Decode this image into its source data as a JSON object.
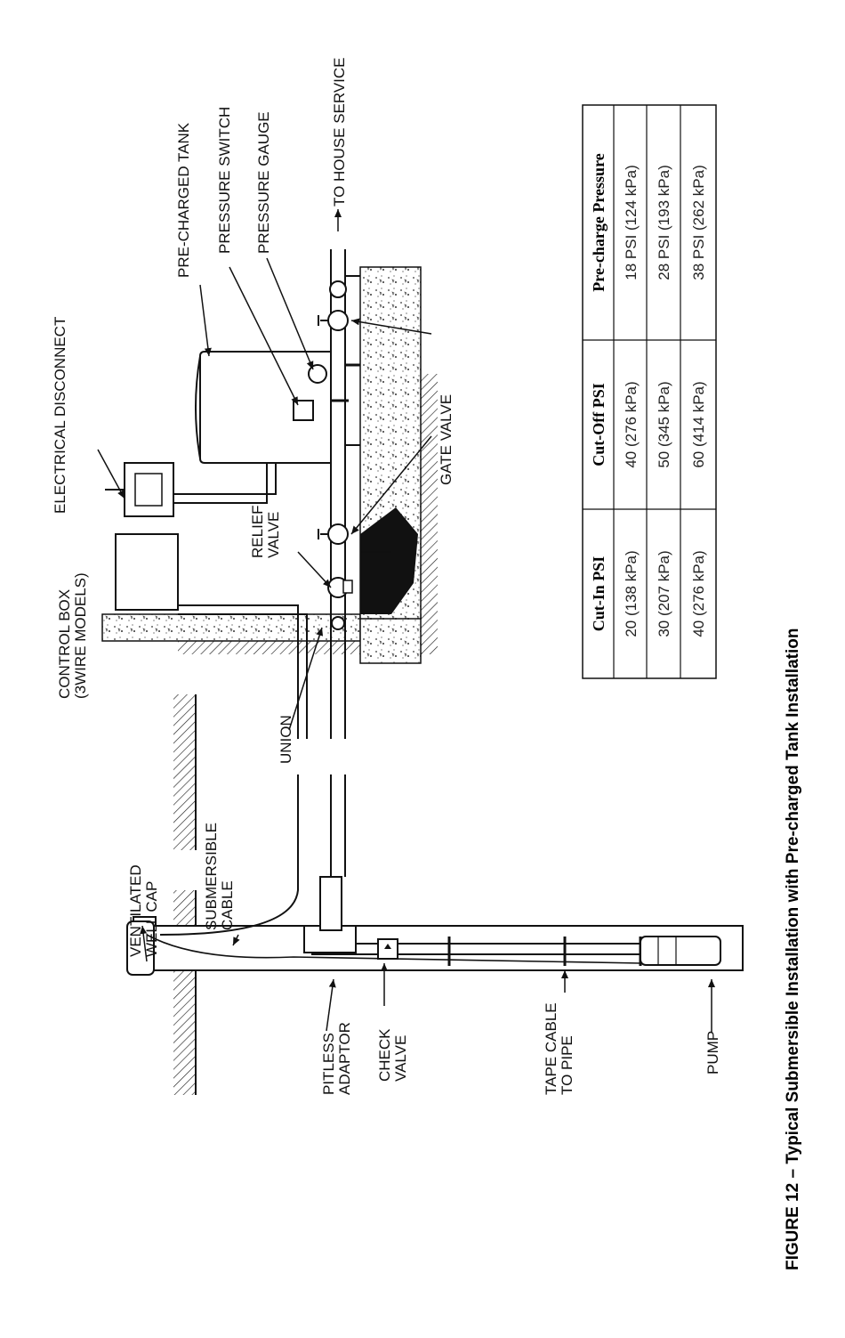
{
  "figure": {
    "caption": "FIGURE 12 – Typical Submersible Installation with Pre-charged Tank Installation"
  },
  "labels": {
    "ventilated_well_cap": [
      "VENTILATED",
      "WELL CAP"
    ],
    "submersible_cable": [
      "SUBMERSIBLE",
      "CABLE"
    ],
    "control_box": [
      "CONTROL BOX",
      "(3WIRE MODELS)"
    ],
    "electrical_disconnect": "ELECTRICAL DISCONNECT",
    "pre_charged_tank": "PRE-CHARGED TANK",
    "pressure_switch": "PRESSURE SWITCH",
    "pressure_gauge": "PRESSURE GAUGE",
    "to_house_service": "TO HOUSE SERVICE",
    "relief_valve": [
      "RELIEF",
      "VALVE"
    ],
    "union": "UNION",
    "gate_valve": "GATE VALVE",
    "pitless_adaptor": [
      "PITLESS",
      "ADAPTOR"
    ],
    "check_valve": [
      "CHECK",
      "VALVE"
    ],
    "tape_cable": [
      "TAPE CABLE",
      "TO PIPE"
    ],
    "pump": "PUMP"
  },
  "pressure_table": {
    "headers": [
      "Cut-In PSI",
      "Cut-Off PSI",
      "Pre-charge Pressure"
    ],
    "rows": [
      [
        "20 (138 kPa)",
        "40 (276 kPa)",
        "18 PSI (124 kPa)"
      ],
      [
        "30 (207 kPa)",
        "50 (345 kPa)",
        "28 PSI (193 kPa)"
      ],
      [
        "40 (276 kPa)",
        "60 (414 kPa)",
        "38 PSI (262 kPa)"
      ]
    ]
  }
}
